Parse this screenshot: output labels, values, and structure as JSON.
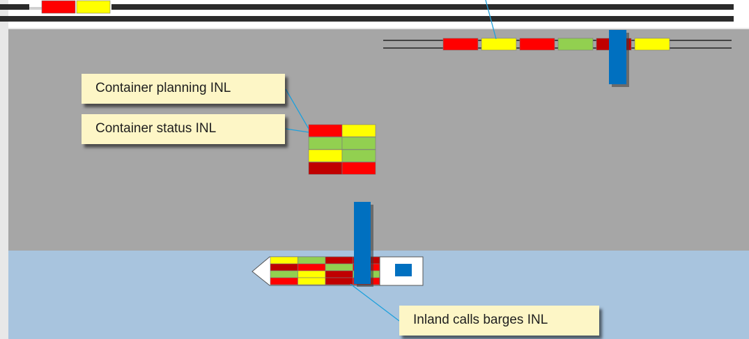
{
  "labels": {
    "container_planning": "Container planning INL",
    "container_status": "Container status INL",
    "inland_calls_barges": "Inland calls barges INL"
  },
  "colors": {
    "terminal_area": "#a6a6a6",
    "water": "#a8c4de",
    "frame": "#e8e8e8",
    "rail": "#2b2b2b",
    "crane": "#0070c0",
    "callout_line": "#1ea0dc",
    "label_background": "#fdf6c6",
    "container_red": "#ff0000",
    "container_yellow": "#ffff00",
    "container_green": "#92d050",
    "container_darkred": "#c00000"
  },
  "train_top_containers": [
    "red",
    "yellow"
  ],
  "train_right_containers": [
    "red",
    "yellow",
    "red",
    "green",
    "darkred",
    "yellow"
  ],
  "stack_rows": [
    [
      "red",
      "yellow"
    ],
    [
      "green",
      "green"
    ],
    [
      "yellow",
      "green"
    ],
    [
      "darkred",
      "red"
    ]
  ],
  "barge_rows": [
    [
      "yellow",
      "green",
      "darkred",
      "darkred",
      "yellow"
    ],
    [
      "darkred",
      "red",
      "green",
      "red",
      "yellow"
    ],
    [
      "green",
      "yellow",
      "darkred",
      "green",
      "yellow"
    ],
    [
      "red",
      "yellow",
      "darkred",
      "red",
      "red"
    ]
  ]
}
